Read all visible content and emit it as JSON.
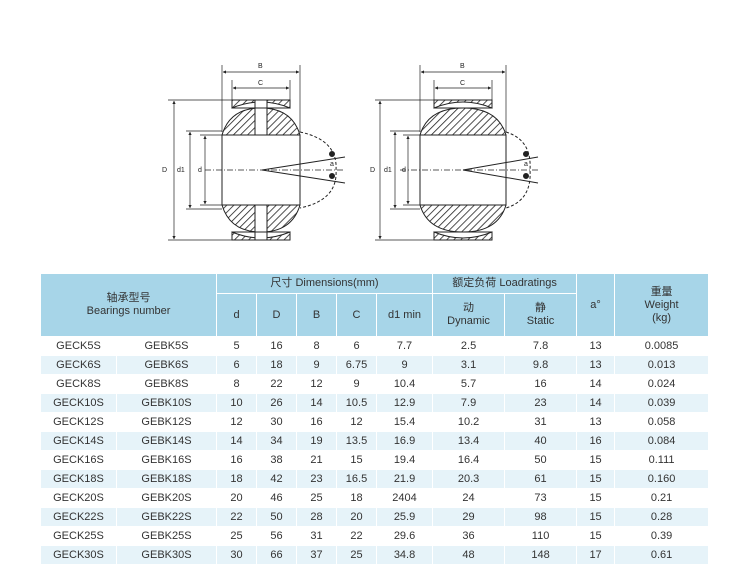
{
  "drawing_labels": {
    "B": "B",
    "C": "C",
    "D": "D",
    "d1": "d1",
    "d": "d",
    "a": "a"
  },
  "table": {
    "header": {
      "model_cn": "轴承型号",
      "model_en": "Bearings number",
      "dims_group": "尺寸 Dimensions(mm)",
      "load_group": "额定负荷 Loadratings",
      "angle": "a°",
      "weight_cn": "重量",
      "weight_en": "Weight",
      "weight_unit": "(kg)",
      "d": "d",
      "D": "D",
      "B": "B",
      "C": "C",
      "d1min": "d1  min",
      "dynamic_cn": "动",
      "dynamic_en": "Dynamic",
      "static_cn": "静",
      "static_en": "Static"
    },
    "rows": [
      [
        "GECK5S",
        "GEBK5S",
        "5",
        "16",
        "8",
        "6",
        "7.7",
        "2.5",
        "7.8",
        "13",
        "0.0085"
      ],
      [
        "GECK6S",
        "GEBK6S",
        "6",
        "18",
        "9",
        "6.75",
        "9",
        "3.1",
        "9.8",
        "13",
        "0.013"
      ],
      [
        "GECK8S",
        "GEBK8S",
        "8",
        "22",
        "12",
        "9",
        "10.4",
        "5.7",
        "16",
        "14",
        "0.024"
      ],
      [
        "GECK10S",
        "GEBK10S",
        "10",
        "26",
        "14",
        "10.5",
        "12.9",
        "7.9",
        "23",
        "14",
        "0.039"
      ],
      [
        "GECK12S",
        "GEBK12S",
        "12",
        "30",
        "16",
        "12",
        "15.4",
        "10.2",
        "31",
        "13",
        "0.058"
      ],
      [
        "GECK14S",
        "GEBK14S",
        "14",
        "34",
        "19",
        "13.5",
        "16.9",
        "13.4",
        "40",
        "16",
        "0.084"
      ],
      [
        "GECK16S",
        "GEBK16S",
        "16",
        "38",
        "21",
        "15",
        "19.4",
        "16.4",
        "50",
        "15",
        "0.111"
      ],
      [
        "GECK18S",
        "GEBK18S",
        "18",
        "42",
        "23",
        "16.5",
        "21.9",
        "20.3",
        "61",
        "15",
        "0.160"
      ],
      [
        "GECK20S",
        "GEBK20S",
        "20",
        "46",
        "25",
        "18",
        "2404",
        "24",
        "73",
        "15",
        "0.21"
      ],
      [
        "GECK22S",
        "GEBK22S",
        "22",
        "50",
        "28",
        "20",
        "25.9",
        "29",
        "98",
        "15",
        "0.28"
      ],
      [
        "GECK25S",
        "GEBK25S",
        "25",
        "56",
        "31",
        "22",
        "29.6",
        "36",
        "110",
        "15",
        "0.39"
      ],
      [
        "GECK30S",
        "GEBK30S",
        "30",
        "66",
        "37",
        "25",
        "34.8",
        "48",
        "148",
        "17",
        "0.61"
      ]
    ]
  }
}
